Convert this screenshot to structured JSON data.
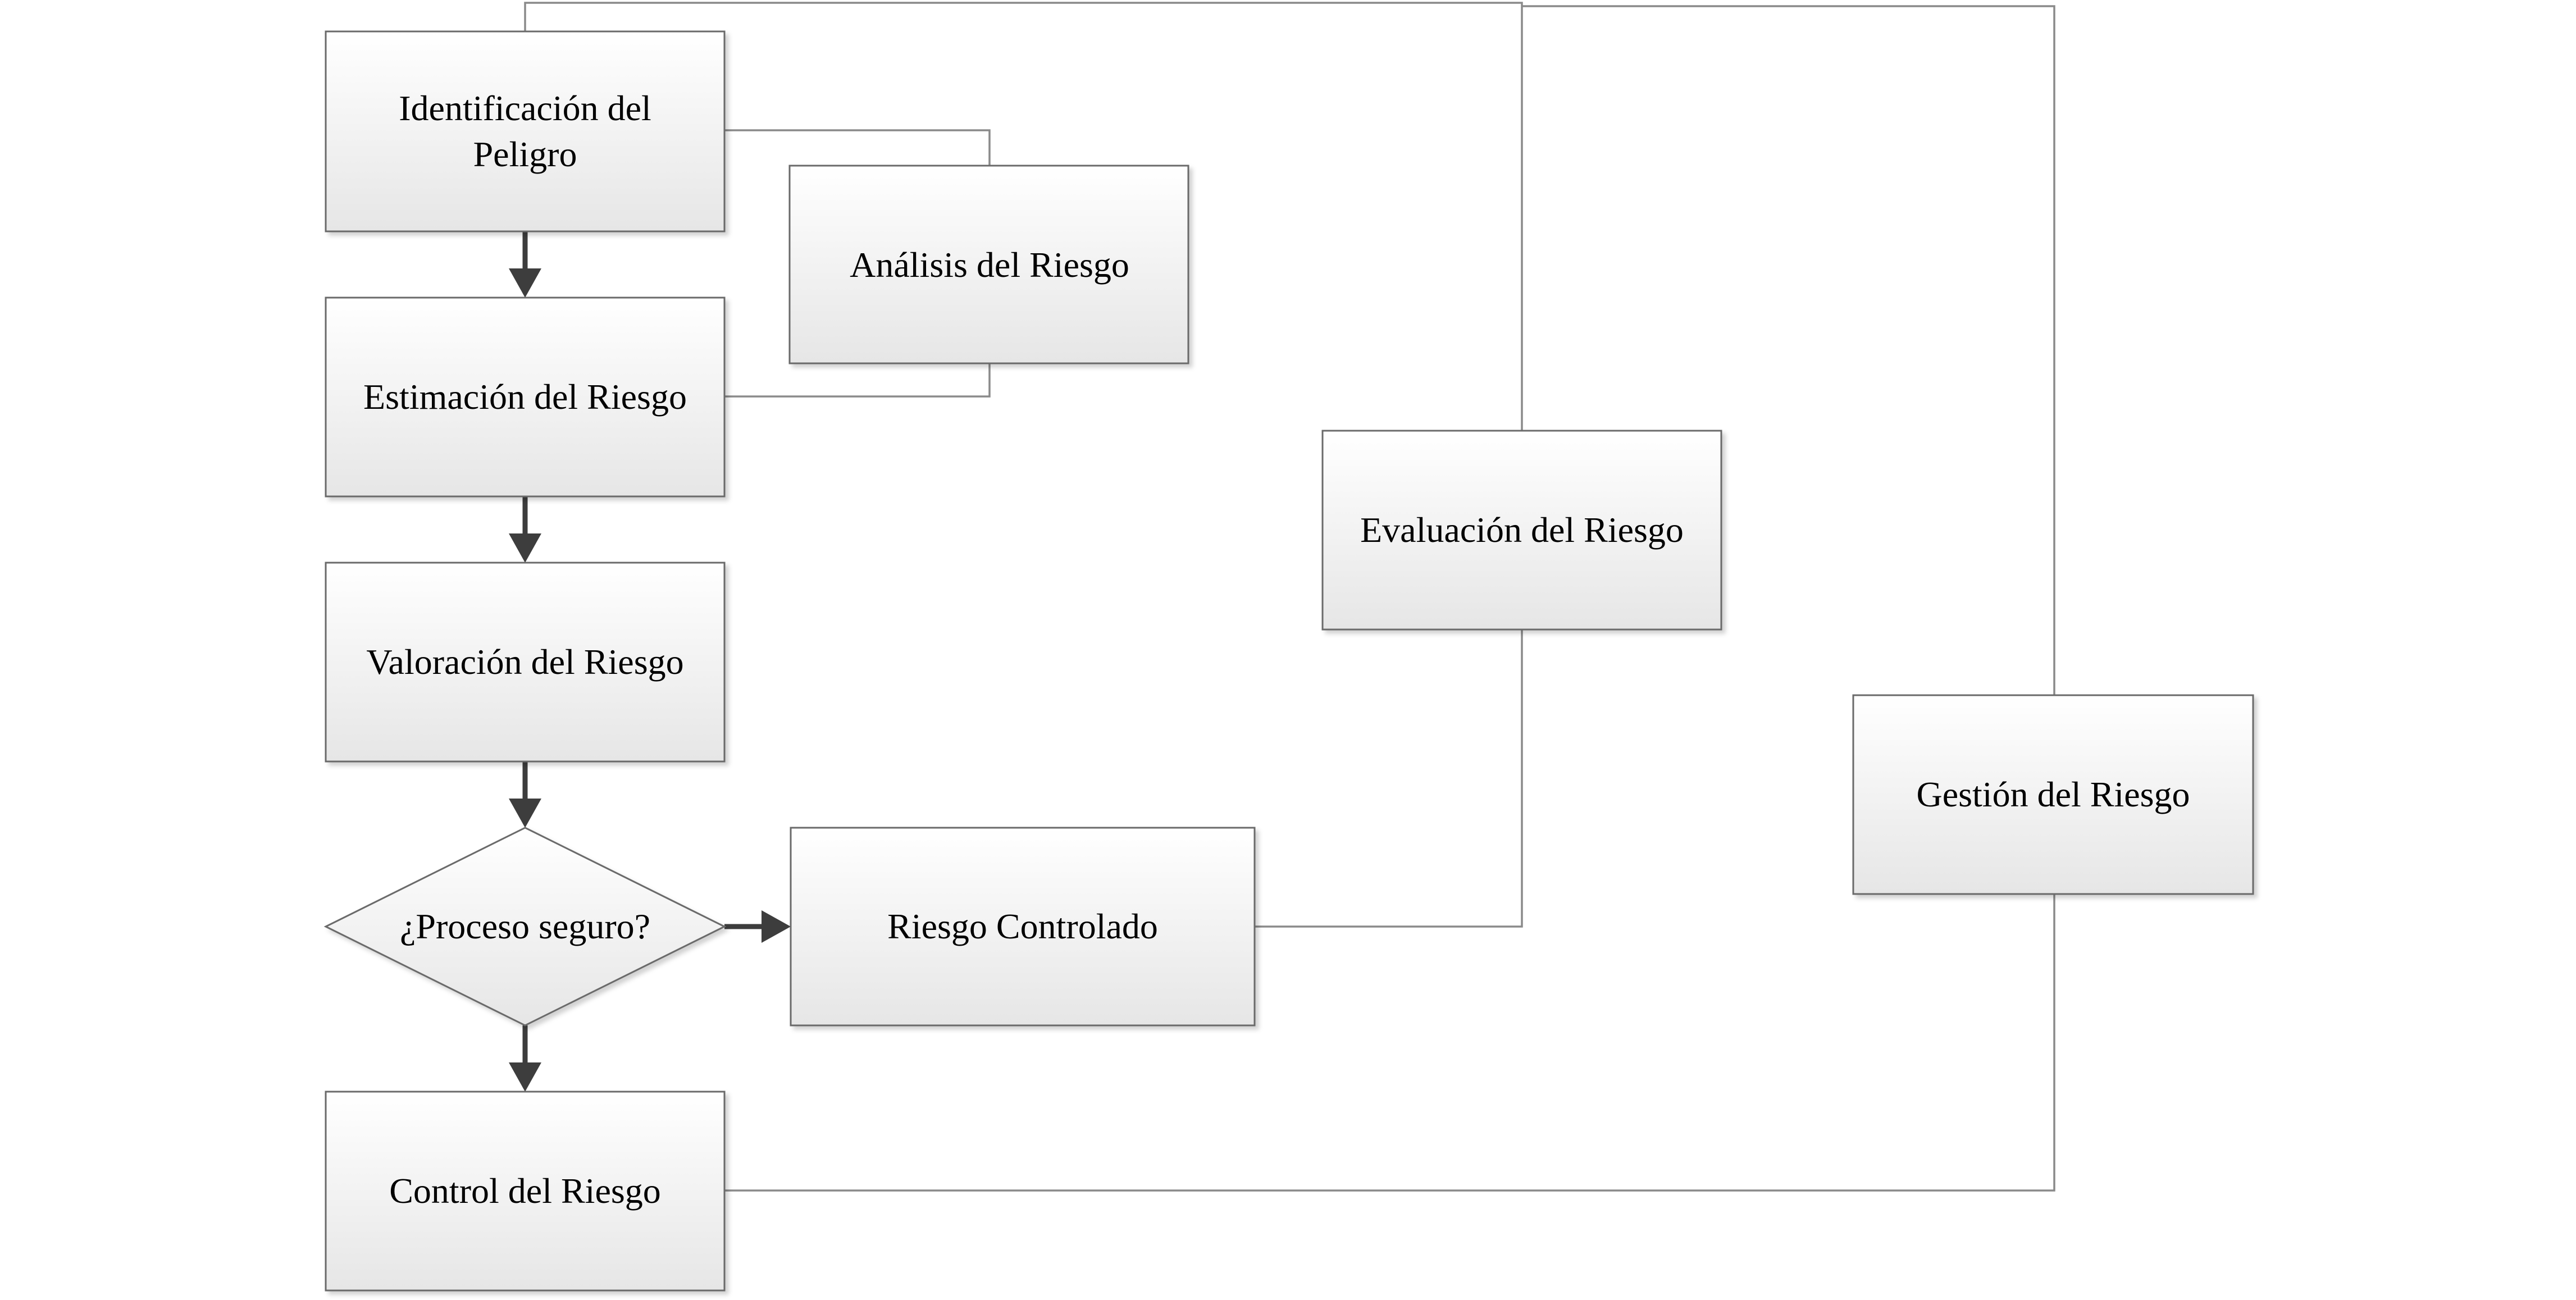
{
  "diagram": {
    "nodes": {
      "identificacion": {
        "lines": [
          "Identificación del",
          "Peligro"
        ]
      },
      "analisis": {
        "label": "Análisis del Riesgo"
      },
      "estimacion": {
        "label": "Estimación del Riesgo"
      },
      "valoracion": {
        "label": "Valoración del Riesgo"
      },
      "decision": {
        "label": "¿Proceso seguro?"
      },
      "controlado": {
        "label": "Riesgo Controlado"
      },
      "control": {
        "label": "Control del Riesgo"
      },
      "evaluacion": {
        "label": "Evaluación del Riesgo"
      },
      "gestion": {
        "label": "Gestión del Riesgo"
      }
    },
    "colors": {
      "box_fill_top": "#ffffff",
      "box_fill_bottom": "#e6e6e6",
      "box_border": "#6b6b6b",
      "connector": "#8a8a8a",
      "arrow": "#3d3d3d"
    }
  }
}
